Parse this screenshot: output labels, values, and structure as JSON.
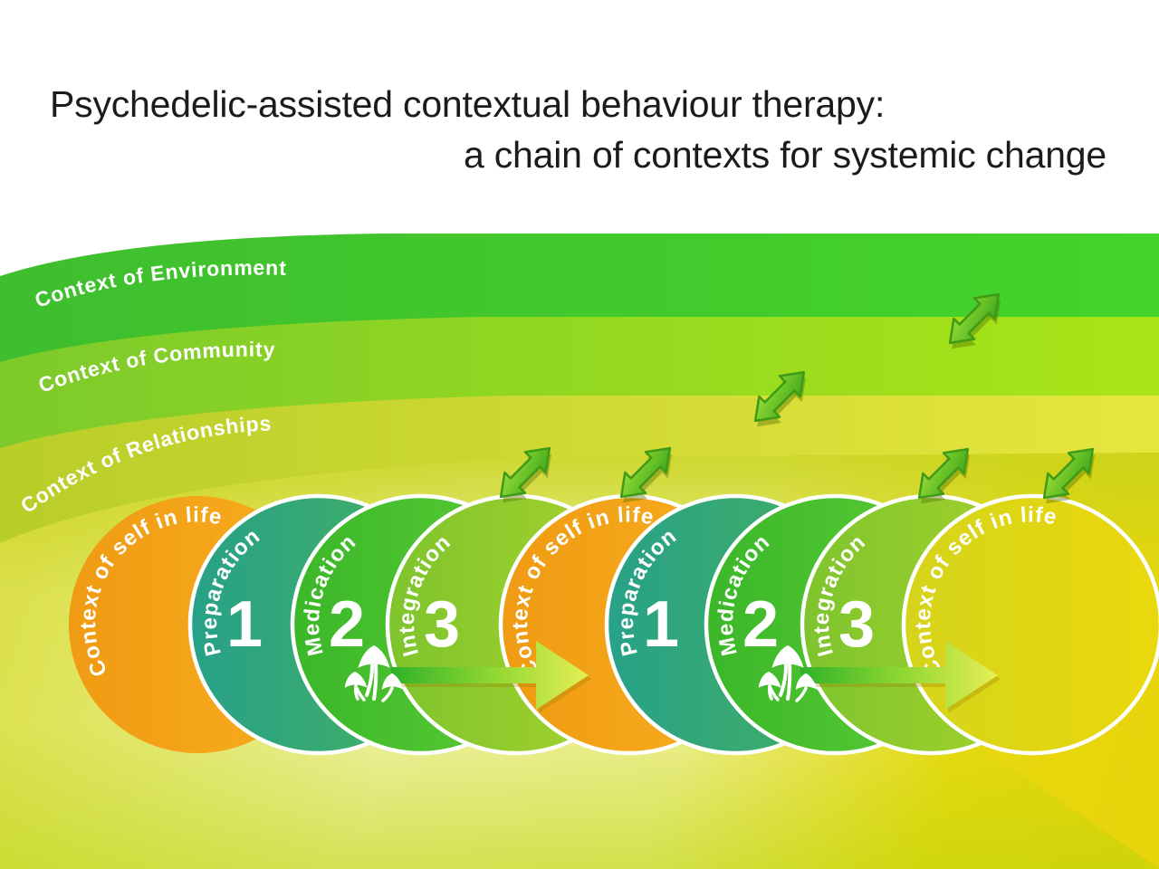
{
  "title": {
    "line1": "Psychedelic-assisted contextual behaviour therapy:",
    "line2": "a chain of contexts for systemic change"
  },
  "bands": [
    {
      "label": "Context of Environment",
      "color_left": "#3fbe2e",
      "color_right": "#44d42a"
    },
    {
      "label": "Context of Community",
      "color_left": "#7dca2b",
      "color_right": "#a9e517"
    },
    {
      "label": "Context of Relationships",
      "color_left": "#b9cd28",
      "color_right": "#e6e63e"
    }
  ],
  "inner_area": {
    "color_left": "#dce14d",
    "color_right": "#e7d40b"
  },
  "circles": [
    {
      "label": "Context of self in life",
      "number": "",
      "color": "#f5a41c"
    },
    {
      "label": "Preparation",
      "number": "1",
      "color": "#2ba188"
    },
    {
      "label": "Medication",
      "number": "2",
      "color": "#47bf2c"
    },
    {
      "label": "Integration",
      "number": "3",
      "color": "#93cb2d"
    },
    {
      "label": "Context of self in life",
      "number": "",
      "color": "#f5a41c"
    },
    {
      "label": "Preparation",
      "number": "1",
      "color": "#2ba188"
    },
    {
      "label": "Medication",
      "number": "2",
      "color": "#47bf2c"
    },
    {
      "label": "Integration",
      "number": "3",
      "color": "#93cb2d"
    },
    {
      "label": "Context of self in life",
      "number": "",
      "color": "#e3d712"
    }
  ],
  "icons": {
    "mushrooms": "psilocybin-mushrooms-icon",
    "flow_arrow": "progression-arrow-icon",
    "double_arrow": "exchange-arrow-icon"
  },
  "accent_colors": {
    "arrow_green": "#57bd24",
    "arrow_yellow": "#e6ef55",
    "text_white": "#ffffff"
  }
}
